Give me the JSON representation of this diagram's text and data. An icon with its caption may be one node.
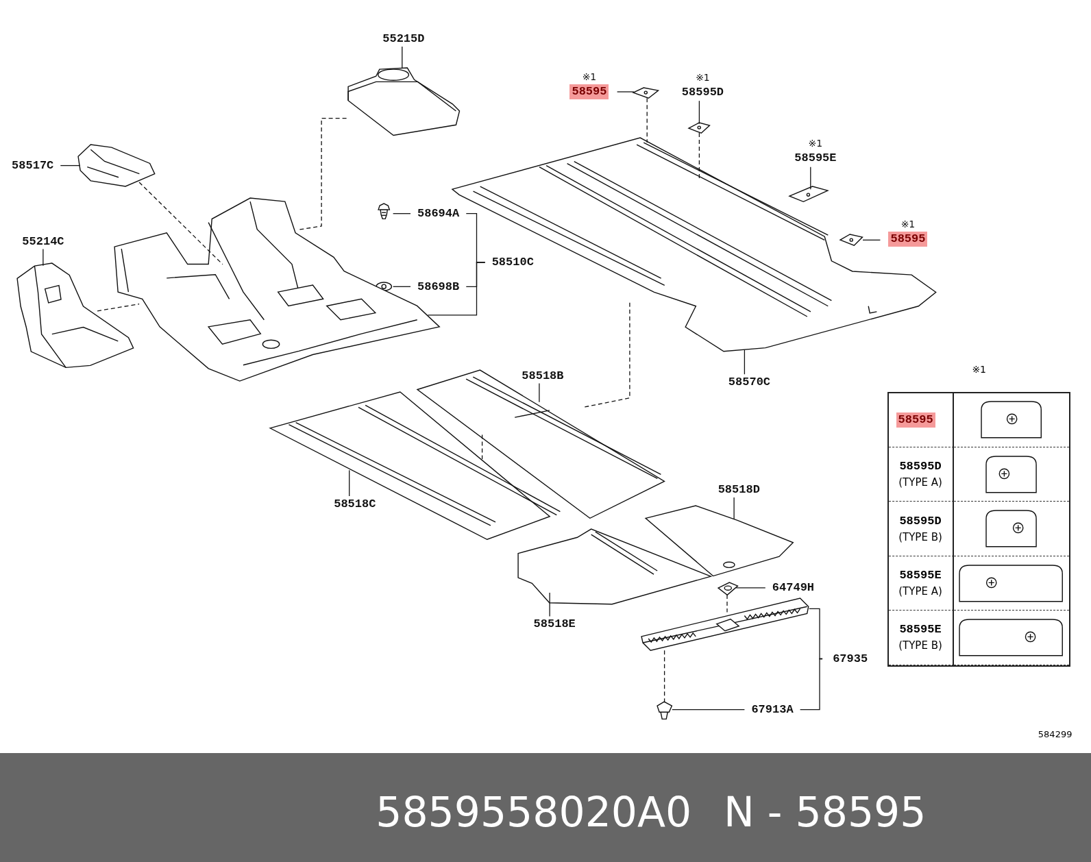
{
  "diagram": {
    "nodes": [
      {
        "text": [
          "55215D"
        ]
      },
      {
        "text": [],
        "shape": "picture"
      },
      {
        "text": [
          "※1",
          "58595"
        ]
      },
      {
        "text": [],
        "shape": "picture"
      },
      {
        "text": [
          "※1",
          "58595D"
        ]
      },
      {
        "text": [],
        "shape": "picture"
      },
      {
        "text": [
          "※1",
          "58595E"
        ]
      },
      {
        "text": [],
        "shape": "picture"
      },
      {
        "text": [
          "※1",
          "58595"
        ]
      },
      {
        "text": [],
        "shape": "picture"
      },
      {
        "text": [
          "58517C"
        ]
      },
      {
        "text": [],
        "shape": "picture"
      },
      {
        "text": [
          "55214C"
        ]
      },
      {
        "text": [],
        "shape": "picture"
      },
      {
        "text": [
          "58694A"
        ]
      },
      {
        "text": [],
        "shape": "picture"
      },
      {
        "text": [
          "58698B"
        ]
      },
      {
        "text": [],
        "shape": "picture"
      },
      {
        "text": [
          "58510C"
        ]
      },
      {
        "text": [],
        "shape": "picture"
      },
      {
        "text": [
          "58570C"
        ]
      },
      {
        "text": [],
        "shape": "picture"
      },
      {
        "text": [
          "58518B"
        ]
      },
      {
        "text": [],
        "shape": "picture"
      },
      {
        "text": [
          "58518C"
        ]
      },
      {
        "text": [],
        "shape": "picture"
      },
      {
        "text": [
          "58518D"
        ]
      },
      {
        "text": [],
        "shape": "picture"
      },
      {
        "text": [
          "58518E"
        ]
      },
      {
        "text": [],
        "shape": "picture"
      },
      {
        "text": [
          "64749H"
        ]
      },
      {
        "text": [],
        "shape": "picture"
      },
      {
        "text": [
          "67935"
        ]
      },
      {
        "text": [],
        "shape": "picture"
      },
      {
        "text": [
          "67913A"
        ]
      },
      {
        "text": [],
        "shape": "picture"
      },
      {
        "text": [
          "58595"
        ]
      }
    ],
    "edges": [
      {
        "from": 0,
        "to": 1,
        "arrow": "none"
      },
      {
        "from": 2,
        "to": 3,
        "arrow": "none"
      },
      {
        "from": 4,
        "to": 5,
        "arrow": "none"
      },
      {
        "from": 6,
        "to": 7,
        "arrow": "none"
      },
      {
        "from": 8,
        "to": 9,
        "arrow": "none"
      },
      {
        "from": 10,
        "to": 11,
        "arrow": "none"
      },
      {
        "from": 12,
        "to": 13,
        "arrow": "none"
      },
      {
        "from": 14,
        "to": 15,
        "arrow": "none"
      },
      {
        "from": 16,
        "to": 17,
        "arrow": "none"
      },
      {
        "from": 18,
        "to": 14,
        "arrow": "none"
      },
      {
        "from": 18,
        "to": 16,
        "arrow": "none"
      },
      {
        "from": 18,
        "to": 19,
        "arrow": "none"
      },
      {
        "from": 20,
        "to": 21,
        "arrow": "none"
      },
      {
        "from": 22,
        "to": 23,
        "arrow": "none"
      },
      {
        "from": 24,
        "to": 25,
        "arrow": "none"
      },
      {
        "from": 26,
        "to": 27,
        "arrow": "none"
      },
      {
        "from": 28,
        "to": 29,
        "arrow": "none"
      },
      {
        "from": 30,
        "to": 31,
        "arrow": "none"
      },
      {
        "from": 32,
        "to": 33,
        "arrow": "none"
      },
      {
        "from": 32,
        "to": 34,
        "arrow": "none"
      },
      {
        "from": 34,
        "to": 35,
        "arrow": "none"
      },
      {
        "from": 1,
        "to": 19,
        "arrow": "none",
        "style": "dashed"
      },
      {
        "from": 11,
        "to": 19,
        "arrow": "none",
        "style": "dashed"
      },
      {
        "from": 13,
        "to": 19,
        "arrow": "none",
        "style": "dashed"
      },
      {
        "from": 3,
        "to": 21,
        "arrow": "none",
        "style": "dashed"
      },
      {
        "from": 5,
        "to": 21,
        "arrow": "none",
        "style": "dashed"
      },
      {
        "from": 21,
        "to": 23,
        "arrow": "none",
        "style": "dashed"
      },
      {
        "from": 23,
        "to": 25,
        "arrow": "none",
        "style": "dashed"
      },
      {
        "from": 31,
        "to": 33,
        "arrow": "none",
        "style": "dashed"
      },
      {
        "from": 33,
        "to": 35,
        "arrow": "none",
        "style": "dashed"
      }
    ],
    "labels": [
      "※1",
      "58595D",
      "(TYPE A)",
      "58595D",
      "(TYPE B)",
      "58595E",
      "(TYPE A)",
      "58595E",
      "(TYPE B)",
      "584299",
      "5859558020A0",
      "N - 58595"
    ]
  }
}
